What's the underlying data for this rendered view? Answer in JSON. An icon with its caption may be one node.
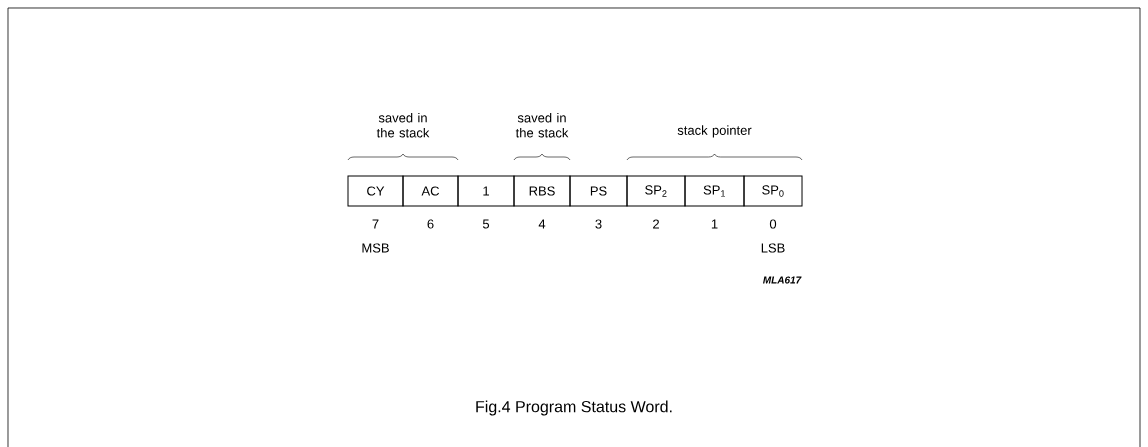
{
  "diagram": {
    "caption": "Fig.4  Program Status Word.",
    "nodes": [
      {
        "text": [
          "CY"
        ]
      },
      {
        "text": [
          "AC"
        ]
      },
      {
        "text": [
          "1"
        ]
      },
      {
        "text": [
          "RBS"
        ]
      },
      {
        "text": [
          "PS"
        ]
      },
      {
        "text": [
          "SP$_{2}$"
        ]
      },
      {
        "text": [
          "SP$_{1}$"
        ]
      },
      {
        "text": [
          "SP$_{0}$"
        ]
      }
    ],
    "labels": [
      "saved in the stack",
      "saved in the stack",
      "stack pointer",
      "7",
      "6",
      "5",
      "4",
      "3",
      "2",
      "1",
      "0",
      "MSB",
      "LSB",
      "MLA617"
    ]
  }
}
